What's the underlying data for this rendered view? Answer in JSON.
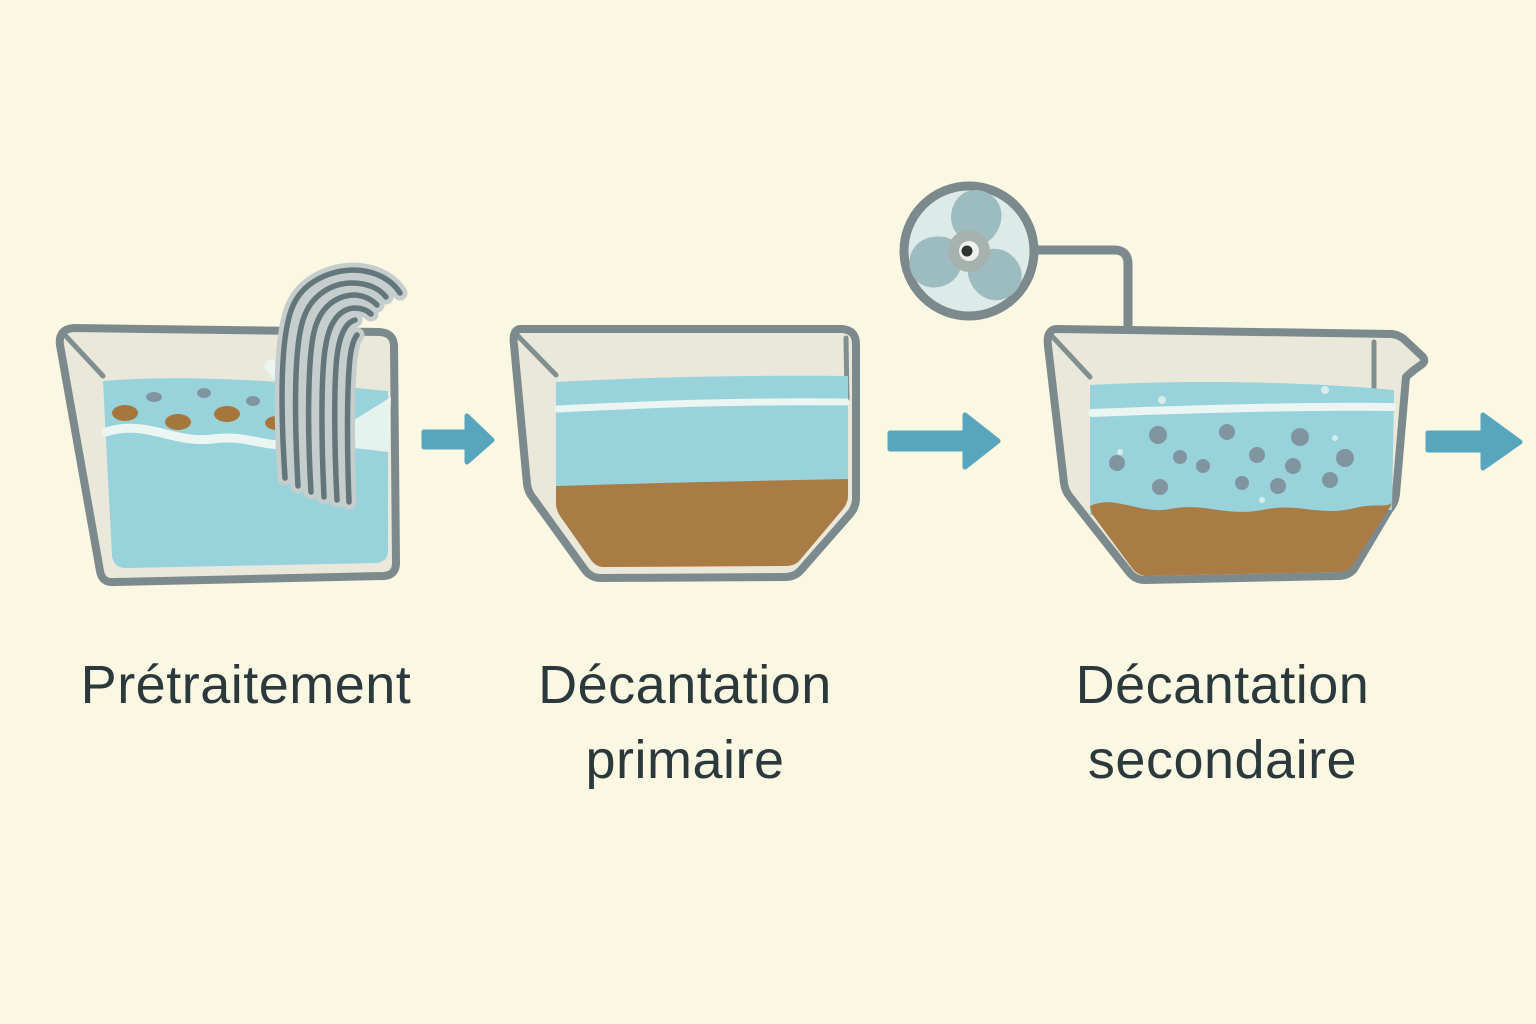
{
  "diagram": {
    "type": "process-flow",
    "stages": [
      {
        "id": "pretraitement",
        "label_lines": [
          "Prétraitement"
        ],
        "features": [
          "bar-screen",
          "floating-debris",
          "full-water-tank"
        ]
      },
      {
        "id": "decantation-primaire",
        "label_lines": [
          "Décantation",
          "primaire"
        ],
        "features": [
          "clear-water-layer",
          "settled-sludge",
          "hopper-tank"
        ]
      },
      {
        "id": "decantation-secondaire",
        "label_lines": [
          "Décantation",
          "secondaire"
        ],
        "features": [
          "aerator-fan",
          "suspended-flocs",
          "settled-sludge",
          "spout-tank"
        ]
      }
    ],
    "connectors": [
      {
        "type": "arrow-right"
      },
      {
        "type": "arrow-right"
      },
      {
        "type": "arrow-right"
      }
    ]
  },
  "icons": {
    "bar_screen": "comb-grate",
    "aerator": "three-blade-fan",
    "flow_arrow": "arrow-right"
  },
  "colors": {
    "background": "#FAF7E3",
    "tank_wall": "#EAE8DB",
    "tank_outline": "#7C8A8D",
    "water": "#98D2DB",
    "surface_highlight": "#EBF5F1",
    "sediment": "#A97C45",
    "debris": "#A5773C",
    "floc": "#8195A0",
    "screen_fill": "#C5CECC",
    "screen_bar": "#64767A",
    "fan_face": "#DCEBE8",
    "fan_blade": "#9CBCBF",
    "fan_hub": "#A7B1AE",
    "fan_hub_inner": "#ECF1EB",
    "fan_center": "#2E3432",
    "arrow": "#58A5BE",
    "pipe": "#7C8A8D",
    "text": "#2B383C"
  }
}
